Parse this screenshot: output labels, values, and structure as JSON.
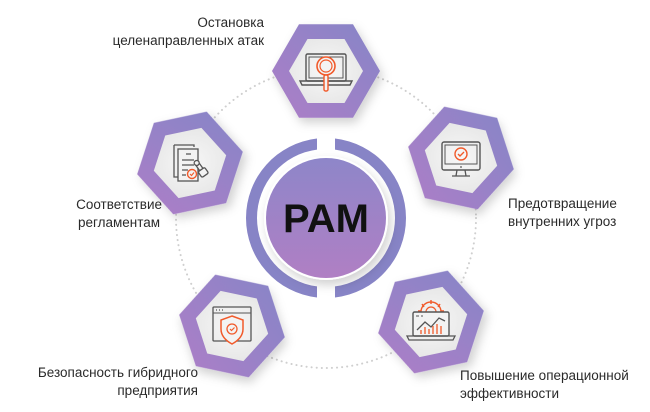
{
  "center": {
    "label": "PAM"
  },
  "colors": {
    "hex_gradient_start": "#a77ec6",
    "hex_gradient_end": "#8a84c8",
    "ring": "#8784c6",
    "center_top": "#9484c8",
    "center_bottom": "#ab80c4",
    "icon_accent": "#f15a2b",
    "icon_line": "#555555",
    "inner_hex": "#eeeeee",
    "dots": "#cfcfcf"
  },
  "items": [
    {
      "id": "targeted-attacks",
      "icon": "laptop-magnifier-icon",
      "lines": [
        "Остановка",
        "целенаправленных атак"
      ]
    },
    {
      "id": "insider-threats",
      "icon": "monitor-check-icon",
      "lines": [
        "Предотвращение",
        "внутренних угроз"
      ]
    },
    {
      "id": "operational-efficiency",
      "icon": "laptop-chart-gear-icon",
      "lines": [
        "Повышение операционной",
        "эффективности"
      ]
    },
    {
      "id": "hybrid-security",
      "icon": "browser-shield-icon",
      "lines": [
        "Безопасность гибридного",
        "предприятия"
      ]
    },
    {
      "id": "compliance",
      "icon": "documents-stamp-icon",
      "lines": [
        "Соответствие",
        "регламентам"
      ]
    }
  ]
}
